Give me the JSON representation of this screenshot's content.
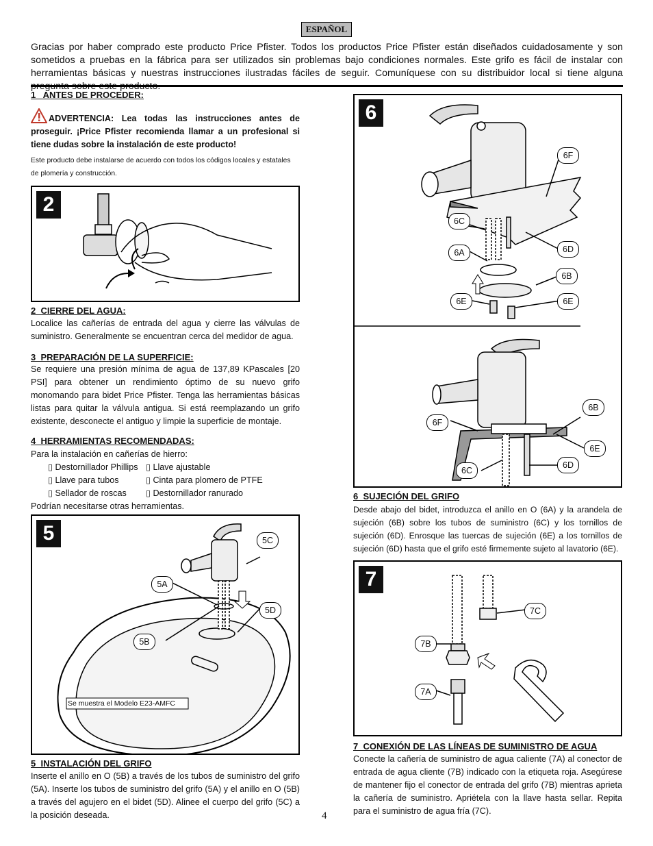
{
  "language_badge": "ESPAÑOL",
  "intro": "Gracias por haber comprado este producto Price Pfister. Todos los productos Price Pfister están diseñados cuidadosamente y son sometidos a pruebas en la fábrica para ser utilizados sin problemas bajo condiciones normales. Este grifo es fácil de instalar con herramientas básicas y nuestras instrucciones ilustradas fáciles de seguir. Comuníquese con su distribuidor local si tiene alguna pregunta sobre este producto.",
  "s1": {
    "heading": "1   ANTES DE PROCEDER:",
    "warning_label": "ADVERTENCIA:",
    "warning_text": " Lea todas las instrucciones antes de proseguir. ¡Price Pfister recomienda llamar a un profesional si tiene dudas sobre la instalación de este producto!",
    "note": "Este producto debe instalarse de acuerdo con todos los códigos locales y estatales de plomería y construcción."
  },
  "fig2": {
    "number": "2"
  },
  "s2": {
    "heading": "2  CIERRE DEL AGUA:",
    "body": "Localice las cañerías de entrada del agua y cierre las válvulas de suministro. Generalmente se encuentran cerca del medidor de agua."
  },
  "s3": {
    "heading": "3  PREPARACIÓN DE LA SUPERFICIE:",
    "body": "Se requiere una presión mínima de agua de 137,89 KPascales [20 PSI] para obtener un rendimiento óptimo de su nuevo grifo monomando para bidet Price Pfister. Tenga las herramientas básicas listas para quitar la válvula antigua. Si está reemplazando un grifo existente, desconecte el antiguo y limpie la superficie de montaje."
  },
  "s4": {
    "heading": "4  HERRAMIENTAS RECOMENDADAS:",
    "intro": "Para la instalación en cañerías de hierro:",
    "tools": [
      "Destornillador Phillips",
      "Llave ajustable",
      "Llave para tubos",
      "Cinta para plomero de PTFE",
      "Sellador de roscas",
      "Destornillador ranurado"
    ],
    "outro": "Podrían necesitarse otras herramientas."
  },
  "fig5": {
    "number": "5",
    "labels": [
      "5C",
      "5A",
      "5D",
      "5B"
    ],
    "caption": "Se muestra el Modelo E23-AMFC"
  },
  "s5": {
    "heading": "5  INSTALACIÓN DEL GRIFO",
    "body": "Inserte el anillo en O (5B) a través de los tubos de suministro del grifo (5A). Inserte los tubos de suministro del grifo (5A) y el anillo en O (5B) a través del agujero en el bidet (5D). Alinee el cuerpo del grifo (5C) a la posición deseada."
  },
  "fig6": {
    "number": "6",
    "labels_top": [
      "6F",
      "6C",
      "6D",
      "6A",
      "6B",
      "6E",
      "6E"
    ],
    "labels_bottom": [
      "6B",
      "6F",
      "6E",
      "6D",
      "6C"
    ]
  },
  "s6": {
    "heading": "6  SUJECIÓN DEL GRIFO",
    "body": "Desde abajo del bidet, introduzca el anillo en O (6A) y la arandela de sujeción (6B) sobre los tubos de suministro (6C) y los tornillos de sujeción (6D). Enrosque las tuercas de sujeción (6E) a los tornillos de sujeción (6D) hasta que el grifo esté firmemente sujeto al lavatorio (6E)."
  },
  "fig7": {
    "number": "7",
    "labels": [
      "7C",
      "7B",
      "7A"
    ]
  },
  "s7": {
    "heading": "7  CONEXIÓN DE LAS LÍNEAS DE SUMINISTRO DE AGUA",
    "body": "Conecte la cañería de suministro de agua caliente (7A) al conector de entrada de agua cliente (7B) indicado con la etiqueta roja. Asegúrese de mantener fijo el conector de entrada del grifo (7B) mientras aprieta la cañería de suministro. Apriétela con la llave hasta sellar. Repita para el suministro de agua fría (7C)."
  },
  "page_number": "4",
  "colors": {
    "text": "#111111",
    "badge": "#bbbbbb",
    "warning_icon": "#c0392b"
  }
}
